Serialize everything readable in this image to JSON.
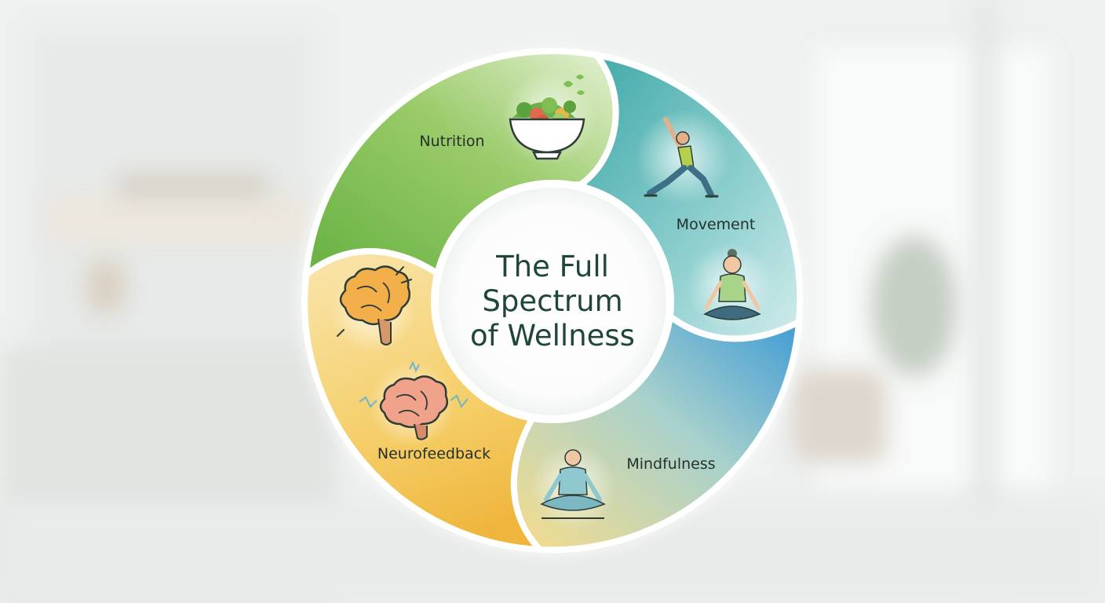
{
  "title": {
    "line1": "The Full",
    "line2": "Spectrum",
    "line3": "of Wellness"
  },
  "segments": [
    {
      "label": "Nutrition",
      "icon": "salad-bowl-icon"
    },
    {
      "label": "Movement",
      "icon": "yoga-pose-icon"
    },
    {
      "label": "Mindfulness",
      "icon": "meditation-icon"
    },
    {
      "label": "Neurofeedback",
      "icon": "brain-icon"
    }
  ],
  "colors": {
    "nutrition": "#7bbf4f",
    "movement": "#5bb7b6",
    "mindfulness": "#4aa3d6",
    "neurofeedback": "#f2bc48",
    "title": "#20453d"
  }
}
